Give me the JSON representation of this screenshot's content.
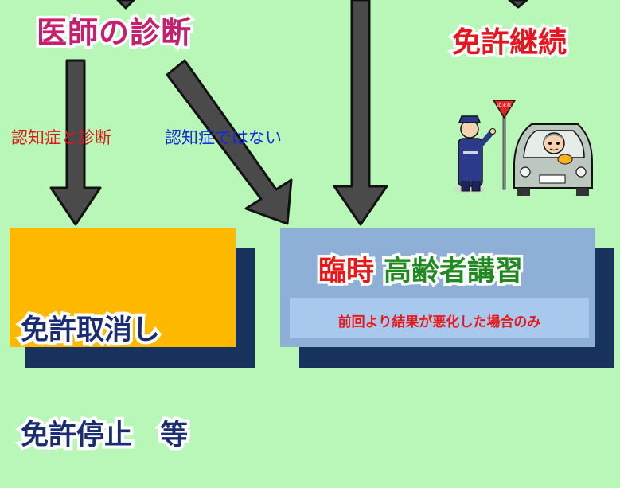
{
  "diagram": {
    "title": "医師の診断",
    "continue_label": "免許継続",
    "branches": {
      "dementia": "認知症と診断",
      "not_dementia": "認知症ではない"
    },
    "outcome_left": {
      "line1": "免許取消し",
      "line2": "免許停止　等"
    },
    "outcome_right": {
      "course_part1": "臨時",
      "course_part2": "高齢者講習",
      "note": "前回より結果が悪化した場合のみ"
    },
    "illustration": {
      "sign_text": "止まれ",
      "icons": [
        "police-officer-icon",
        "stop-sign-icon",
        "elderly-driver-car-icon"
      ]
    }
  },
  "colors": {
    "background": "#b8f7b8",
    "arrow": "#4a4a4a",
    "title": "#c81e6e",
    "continue": "#e8141e",
    "dementia_label": "#e01818",
    "not_dementia_label": "#1428d8",
    "left_box": "#ffb800",
    "right_box": "#8fb0d6",
    "box_shadow": "#17335d",
    "note_box": "#a8c8ee"
  }
}
